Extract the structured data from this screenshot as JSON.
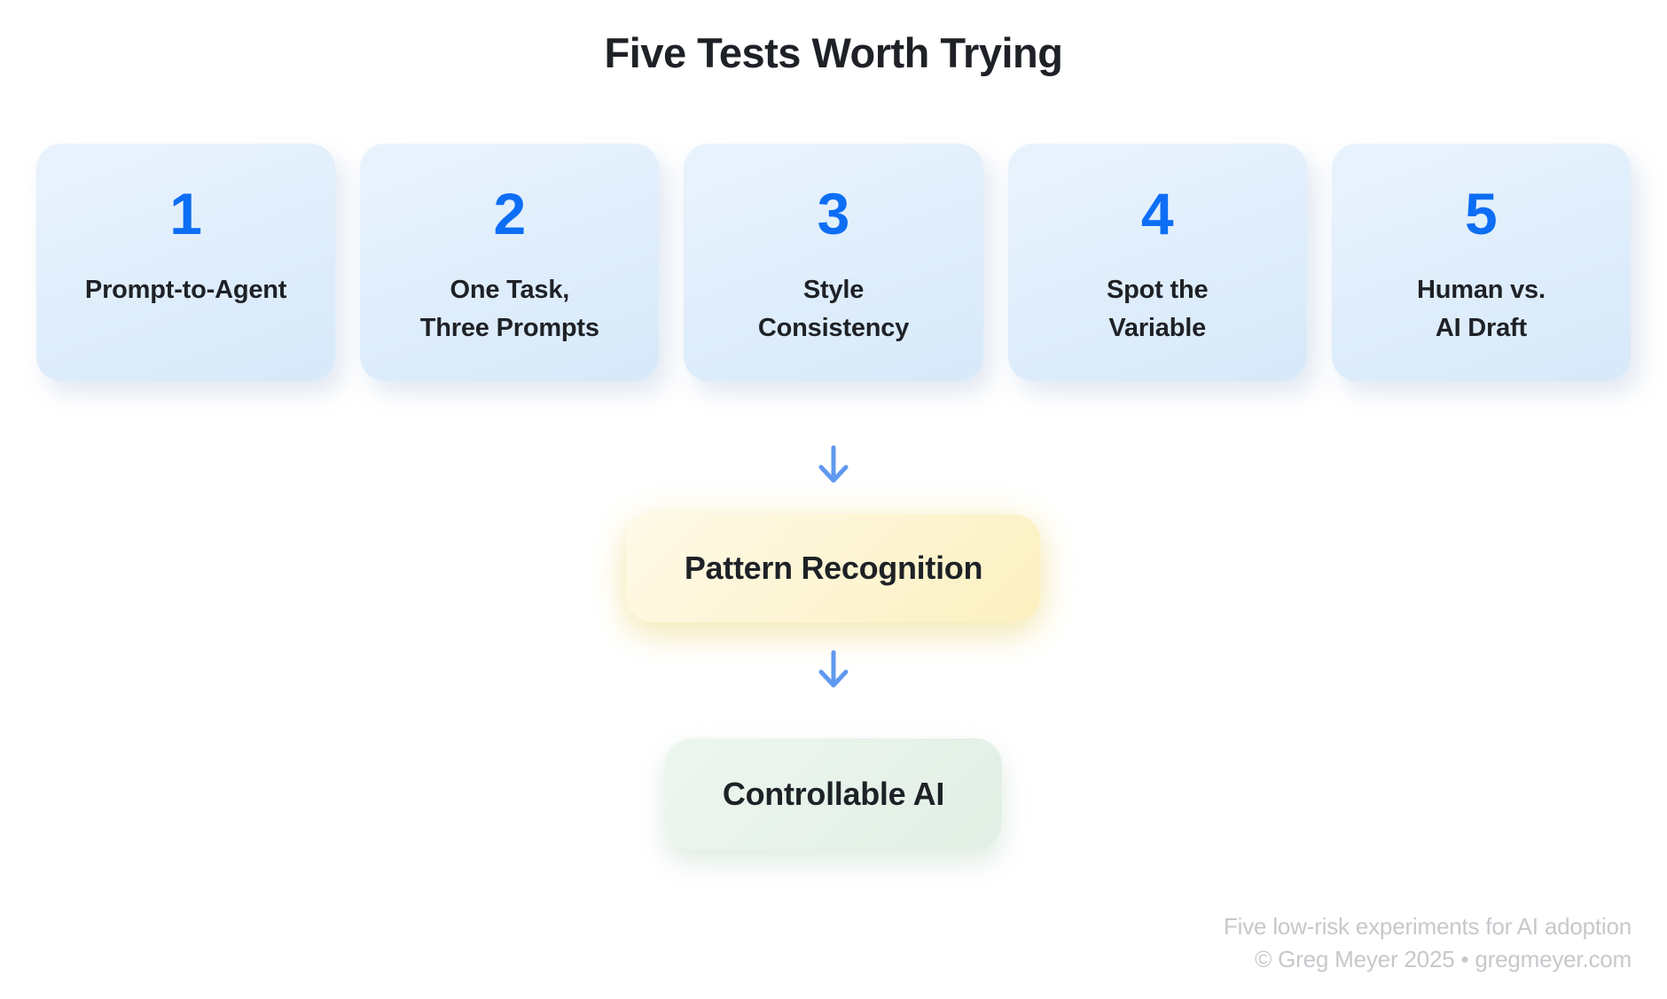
{
  "title": "Five Tests Worth Trying",
  "cards": [
    {
      "number": "1",
      "lines": [
        "Prompt-to-Agent"
      ]
    },
    {
      "number": "2",
      "lines": [
        "One Task,",
        "Three Prompts"
      ]
    },
    {
      "number": "3",
      "lines": [
        "Style",
        "Consistency"
      ]
    },
    {
      "number": "4",
      "lines": [
        "Spot the",
        "Variable"
      ]
    },
    {
      "number": "5",
      "lines": [
        "Human vs.",
        "AI Draft"
      ]
    }
  ],
  "flow": {
    "arrow_icon": "down-arrow",
    "pattern_label": "Pattern Recognition",
    "controllable_label": "Controllable AI"
  },
  "footer": {
    "line1": "Five low-risk experiments for AI adoption",
    "line2": "© Greg Meyer 2025 • gregmeyer.com"
  },
  "colors": {
    "accent_blue": "#0d6ef5",
    "arrow_blue": "#5f98f0",
    "card_bg_start": "#e9f3fd",
    "card_bg_end": "#d7e9fa",
    "pattern_bg_start": "#fefae8",
    "pattern_bg_end": "#fcf0c0",
    "controllable_bg_start": "#edf6ef",
    "controllable_bg_end": "#e2efe5",
    "text_dark": "#1e2126",
    "footer_gray": "#c7c8cc"
  }
}
